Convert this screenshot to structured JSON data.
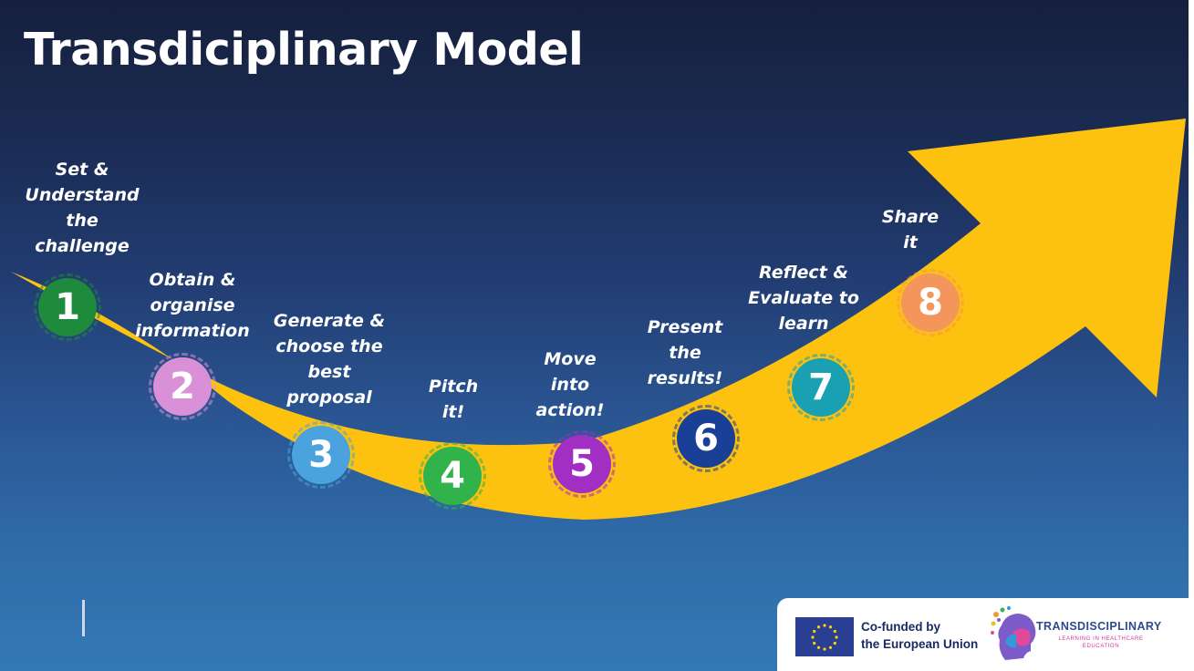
{
  "title": "Transdiciplinary Model",
  "arrow_color": "#fdc10f",
  "steps": [
    {
      "number": "1",
      "label_lines": [
        "Set &",
        "Understand",
        "the",
        "challenge"
      ],
      "color": "#1e8a3c"
    },
    {
      "number": "2",
      "label_lines": [
        "Obtain &",
        "organise",
        "information"
      ],
      "color": "#d990d6"
    },
    {
      "number": "3",
      "label_lines": [
        "Generate &",
        "choose  the",
        "best",
        "proposal"
      ],
      "color": "#4aa3dc"
    },
    {
      "number": "4",
      "label_lines": [
        "Pitch",
        "it!"
      ],
      "color": "#32b24a"
    },
    {
      "number": "5",
      "label_lines": [
        "Move",
        "into",
        "action!"
      ],
      "color": "#a22fc4"
    },
    {
      "number": "6",
      "label_lines": [
        "Present",
        "the",
        "results!"
      ],
      "color": "#1a3f96"
    },
    {
      "number": "7",
      "label_lines": [
        "Reflect &",
        "Evaluate to",
        "learn"
      ],
      "color": "#1aa0b3"
    },
    {
      "number": "8",
      "label_lines": [
        "Share",
        "it"
      ],
      "color": "#f4955c"
    }
  ],
  "footer": {
    "cofunded_line1": "Co-funded by",
    "cofunded_line2": "the European Union",
    "logo_title": "TRANSDISCIPLINARY",
    "logo_sub_line1": "LEARNING IN HEALTHCARE",
    "logo_sub_line2": "EDUCATION"
  },
  "colors": {
    "eu_blue": "#2a3f93",
    "eu_star": "#ffd200",
    "text_navy": "#1b2a63"
  }
}
